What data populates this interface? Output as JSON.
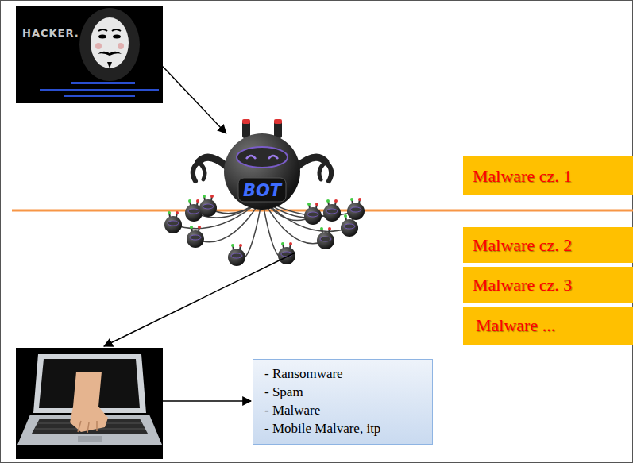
{
  "diagram": {
    "nodes": [
      {
        "text": [
          "HACKER."
        ]
      },
      {
        "text": [
          "BOT"
        ]
      },
      {
        "text": [
          "Malware cz. 1"
        ]
      },
      {
        "text": [
          "Malware cz. 2"
        ]
      },
      {
        "text": [
          "Malware cz. 3"
        ]
      },
      {
        "text": [
          "Malware ..."
        ]
      },
      {
        "text": [
          "- Ransomware",
          "- Spam",
          "- Malware",
          "- Mobile Malvare, itp"
        ]
      }
    ],
    "edges": [
      {
        "from": 0,
        "to": 1,
        "arrow": "to"
      }
    ]
  }
}
